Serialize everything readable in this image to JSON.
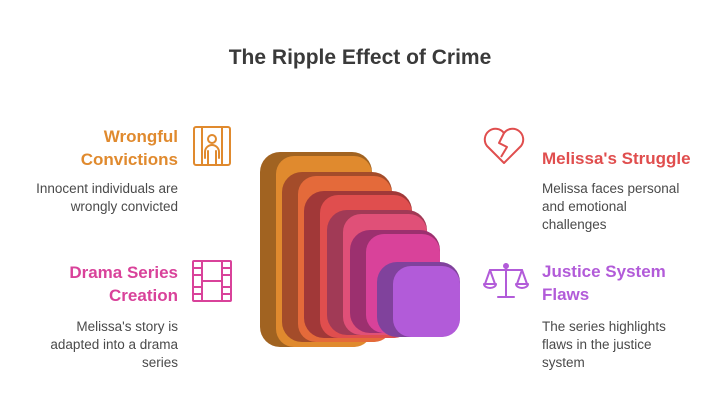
{
  "title": "The Ripple Effect of Crime",
  "items": [
    {
      "heading": "Wrongful Convictions",
      "description": "Innocent individuals are wrongly convicted",
      "color": "#e08a2e",
      "icon": "prisoner-behind-bars-icon"
    },
    {
      "heading": "Drama Series Creation",
      "description": "Melissa's story is adapted into a drama series",
      "color": "#d9429a",
      "icon": "film-strip-icon"
    },
    {
      "heading": "Melissa's Struggle",
      "description": "Melissa faces personal and emotional challenges",
      "color": "#e04e4e",
      "icon": "broken-heart-icon"
    },
    {
      "heading": "Justice System Flaws",
      "description": "The series highlights flaws in the justice system",
      "color": "#b25bd9",
      "icon": "scales-of-justice-icon"
    }
  ],
  "layer_colors": [
    "#e08a2e",
    "#e46a3a",
    "#e04e4e",
    "#e05078",
    "#d9429a",
    "#b25bd9"
  ]
}
